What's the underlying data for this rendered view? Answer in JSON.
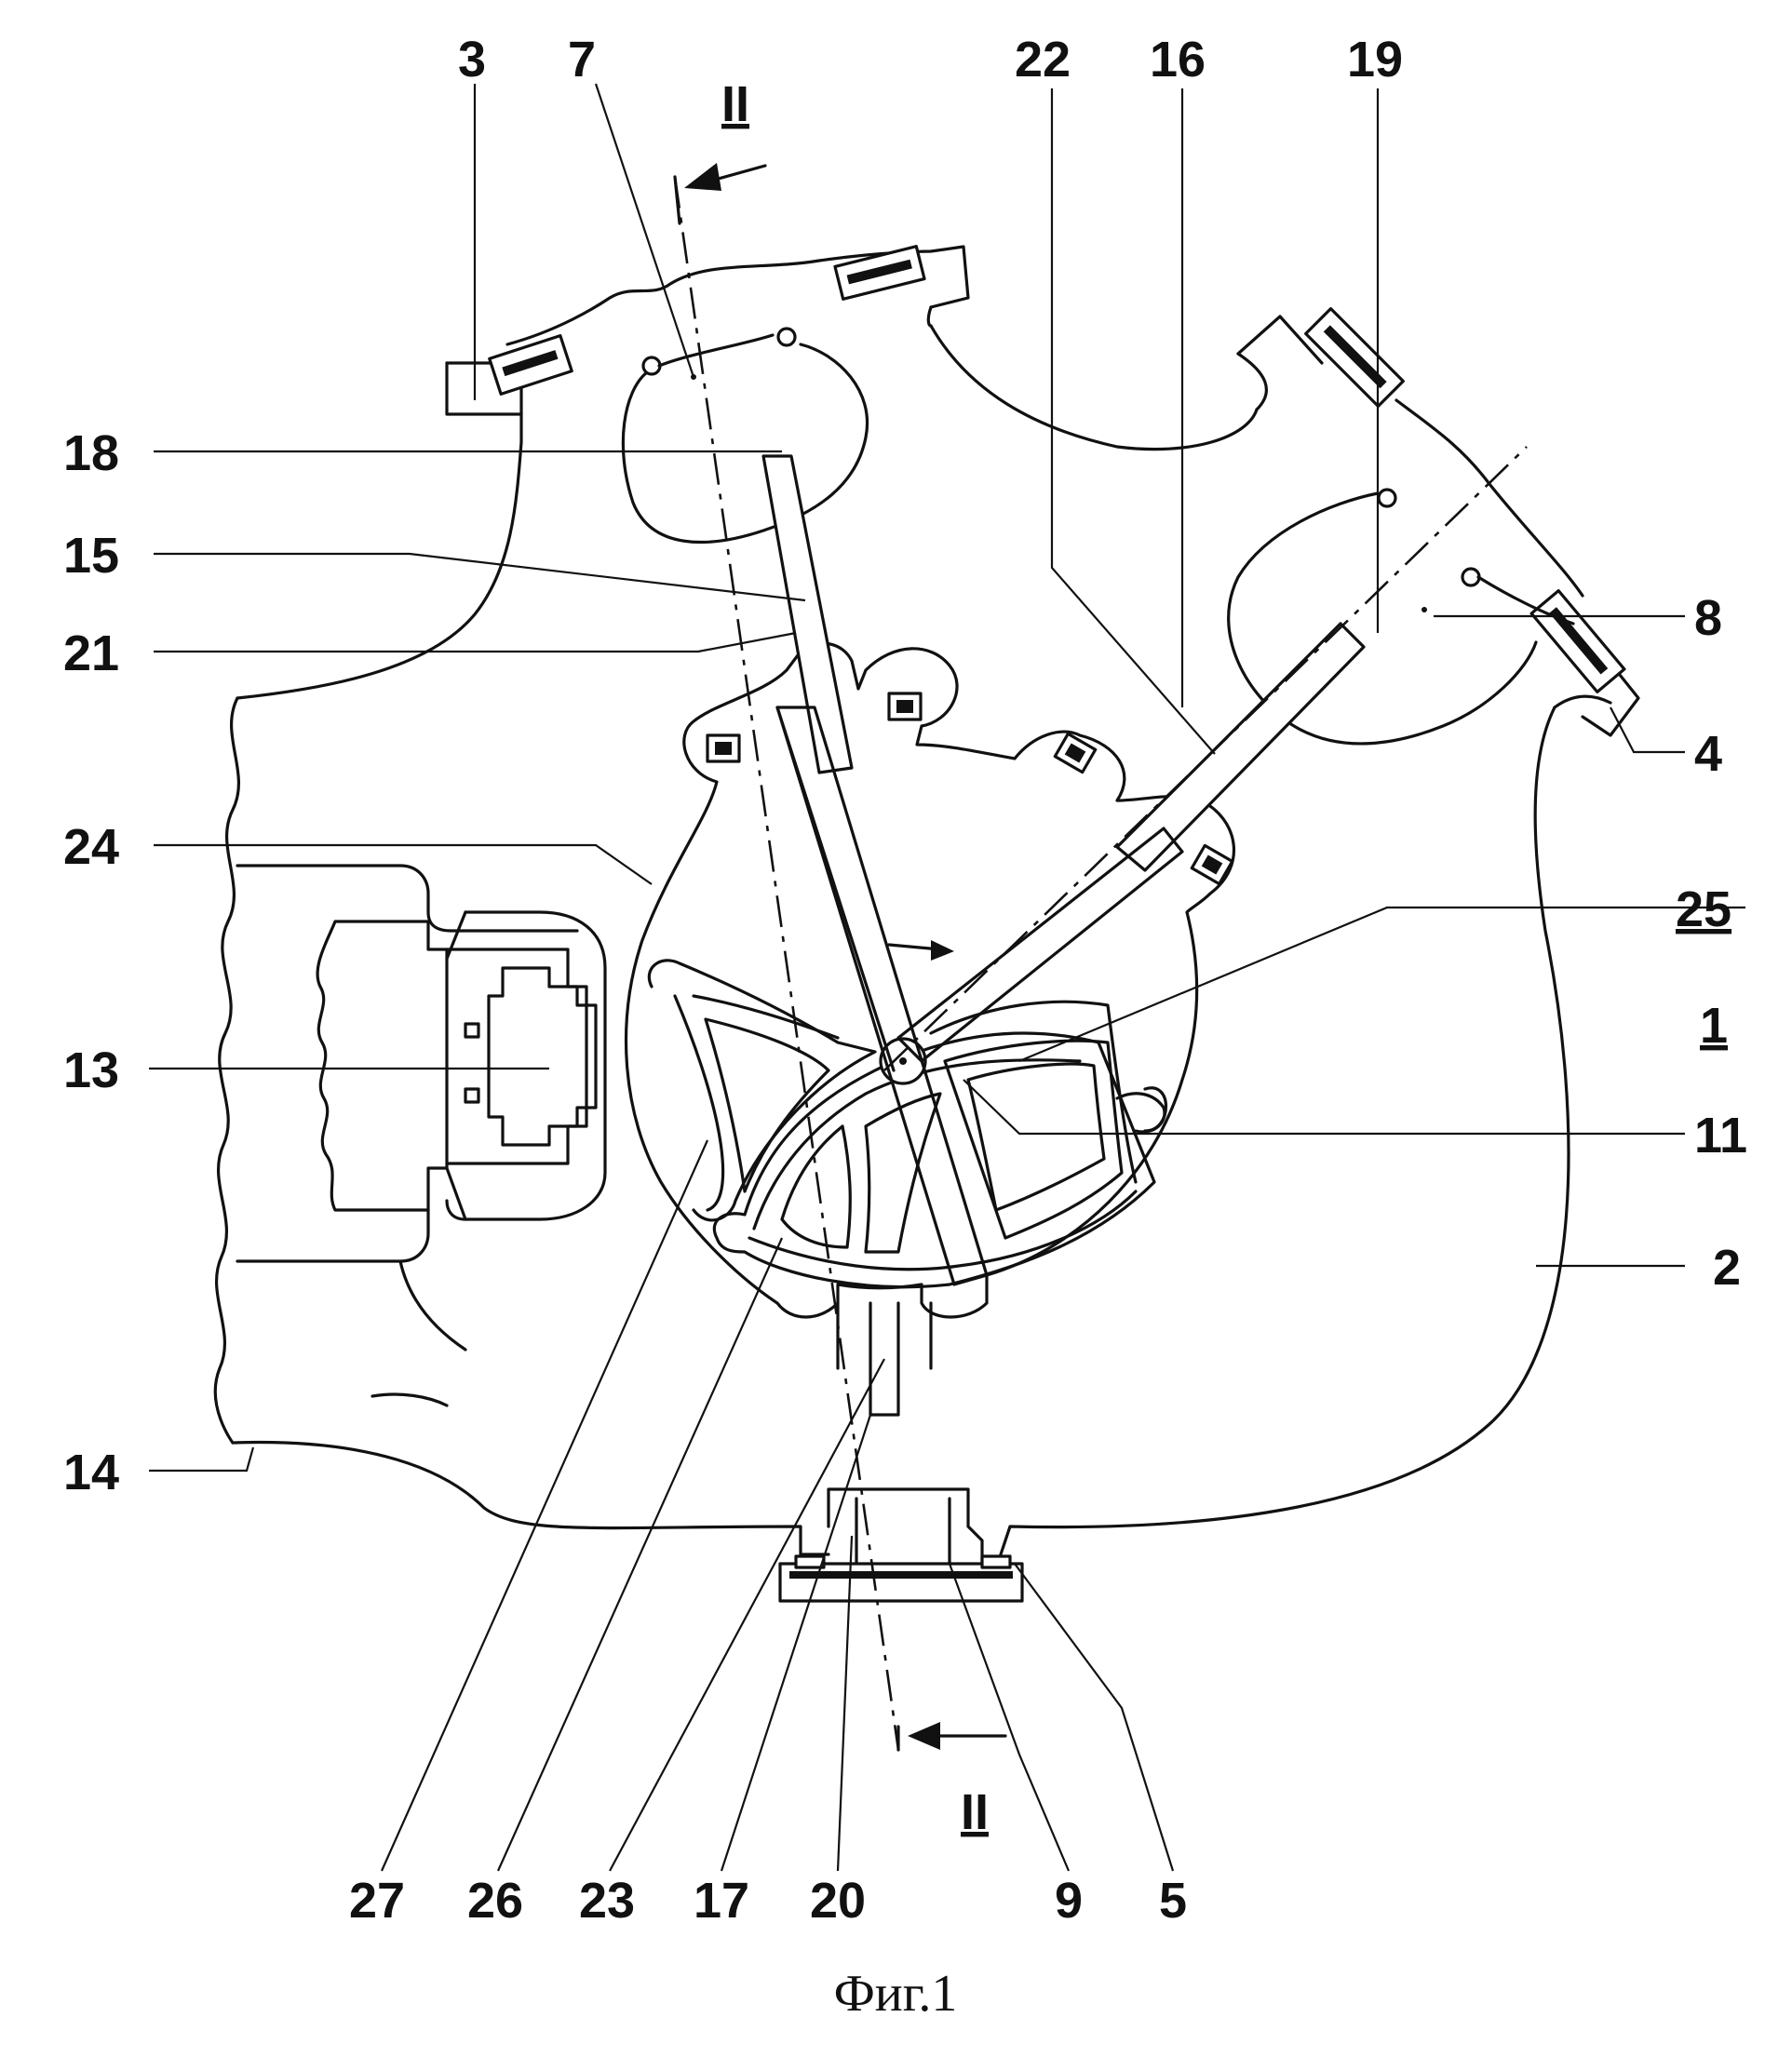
{
  "figure": {
    "caption": "Фиг.1",
    "labels": {
      "l3": "3",
      "l7": "7",
      "l22": "22",
      "l16": "16",
      "l19": "19",
      "l18": "18",
      "l15": "15",
      "l21": "21",
      "l24": "24",
      "l13": "13",
      "l14": "14",
      "l8": "8",
      "l4": "4",
      "l25": "25",
      "l1": "1",
      "l11": "11",
      "l2": "2",
      "l27": "27",
      "l26": "26",
      "l23": "23",
      "l17": "17",
      "l20": "20",
      "l9": "9",
      "l5": "5",
      "section_top": "II",
      "section_bottom": "II"
    }
  }
}
